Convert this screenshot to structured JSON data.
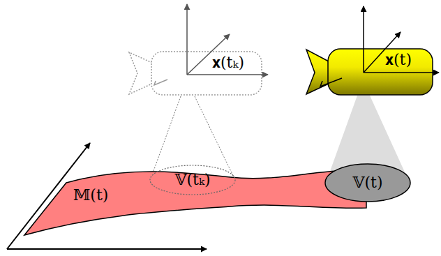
{
  "diagram": {
    "nodes": [
      {
        "text": [
          "𝐱(tₖ)"
        ]
      },
      {
        "text": [
          "𝐱(t)"
        ]
      },
      {
        "text": [
          "𝕄(t)"
        ]
      },
      {
        "text": [
          "𝕍(tₖ)"
        ],
        "in": 2
      },
      {
        "text": [
          "𝕍(t)"
        ],
        "in": 2
      }
    ]
  }
}
